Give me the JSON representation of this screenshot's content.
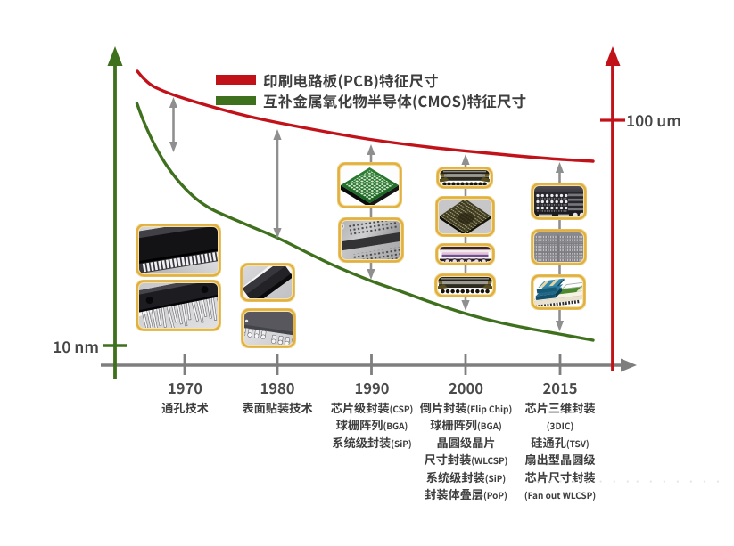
{
  "chart_data": {
    "type": "line",
    "title": "",
    "x_categories": [
      "1970",
      "1980",
      "1990",
      "2000",
      "2015"
    ],
    "x_axis_label": "",
    "y_axis": {
      "scale": "log (implied)",
      "left_reference": "10 nm",
      "right_reference": "100 um"
    },
    "legend_position": "top-center",
    "grid": "off",
    "series": [
      {
        "name": "印刷电路板(PCB)特征尺寸",
        "color": "#c1121a",
        "approx_values_um": [
          240,
          100,
          45,
          29,
          21
        ],
        "trend": "decreasing, flattening toward ~100 um scale"
      },
      {
        "name": "互补金属氧化物半导体(CMOS)特征尺寸",
        "color": "#3e701d",
        "approx_values_um": [
          8,
          0.6,
          0.07,
          0.012,
          0.001
        ],
        "trend": "decreasing steeply toward 10 nm scale"
      }
    ],
    "annotations": [
      "double-headed gray arrows between the two curves at 1970 and 1980",
      "gray arrows link package photos up to PCB curve and down to CMOS curve at 1990, 2000, 2015"
    ]
  },
  "legend": {
    "items": [
      {
        "label": "印刷电路板(PCB)特征尺寸",
        "color": "#c1121a"
      },
      {
        "label": "互补金属氧化物半导体(CMOS)特征尺寸",
        "color": "#3e701d"
      }
    ]
  },
  "axes": {
    "left_tick_label": "10 nm",
    "right_tick_label": "100 um"
  },
  "timeline": [
    {
      "year": "1970",
      "techs": [
        {
          "zh": "通孔技术",
          "en": ""
        }
      ]
    },
    {
      "year": "1980",
      "techs": [
        {
          "zh": "表面贴装技术",
          "en": ""
        }
      ]
    },
    {
      "year": "1990",
      "techs": [
        {
          "zh": "芯片级封装",
          "en": "(CSP)"
        },
        {
          "zh": "球栅阵列",
          "en": "(BGA)"
        },
        {
          "zh": "系统级封装",
          "en": "(SiP)"
        }
      ]
    },
    {
      "year": "2000",
      "techs": [
        {
          "zh": "倒片封装",
          "en": "(Flip Chip)"
        },
        {
          "zh": "球栅阵列",
          "en": "(BGA)"
        },
        {
          "zh": "晶圆级晶片",
          "en": ""
        },
        {
          "zh": "尺寸封装",
          "en": "(WLCSP)"
        },
        {
          "zh": "系统级封装",
          "en": "(SiP)"
        },
        {
          "zh": "封装体叠层",
          "en": "(PoP)"
        }
      ]
    },
    {
      "year": "2015",
      "techs": [
        {
          "zh": "芯片三维封装",
          "en": ""
        },
        {
          "zh": "",
          "en": "(3DIC)"
        },
        {
          "zh": "硅通孔",
          "en": "(TSV)"
        },
        {
          "zh": "扇出型晶圆级",
          "en": ""
        },
        {
          "zh": "芯片尺寸封装",
          "en": ""
        },
        {
          "zh": "",
          "en": "(Fan out WLCSP)"
        }
      ]
    }
  ],
  "package_images": [
    {
      "id": "dip-package-photo",
      "group": "1970"
    },
    {
      "id": "zip-package-photo",
      "group": "1970"
    },
    {
      "id": "smd-flat-package-photo",
      "group": "1980"
    },
    {
      "id": "sop-gullwing-package-photo",
      "group": "1980"
    },
    {
      "id": "green-bga-substrate-photo",
      "group": "1990"
    },
    {
      "id": "bga-pair-grayscale-photo",
      "group": "1990"
    },
    {
      "id": "flip-chip-cross-section-photo",
      "group": "2000"
    },
    {
      "id": "bga-bottom-isometric-photo",
      "group": "2000"
    },
    {
      "id": "pop-layer-cross-section-photo",
      "group": "2000"
    },
    {
      "id": "flip-chip-cross-section-photo-2",
      "group": "2000"
    },
    {
      "id": "3dic-stack-cross-section-photo",
      "group": "2015"
    },
    {
      "id": "tsv-array-micrograph",
      "group": "2015"
    },
    {
      "id": "fan-out-wlcsp-illustration",
      "group": "2015"
    }
  ],
  "watermark": "· ·· · · · · ·· · · · · · ·· ·· · ·"
}
